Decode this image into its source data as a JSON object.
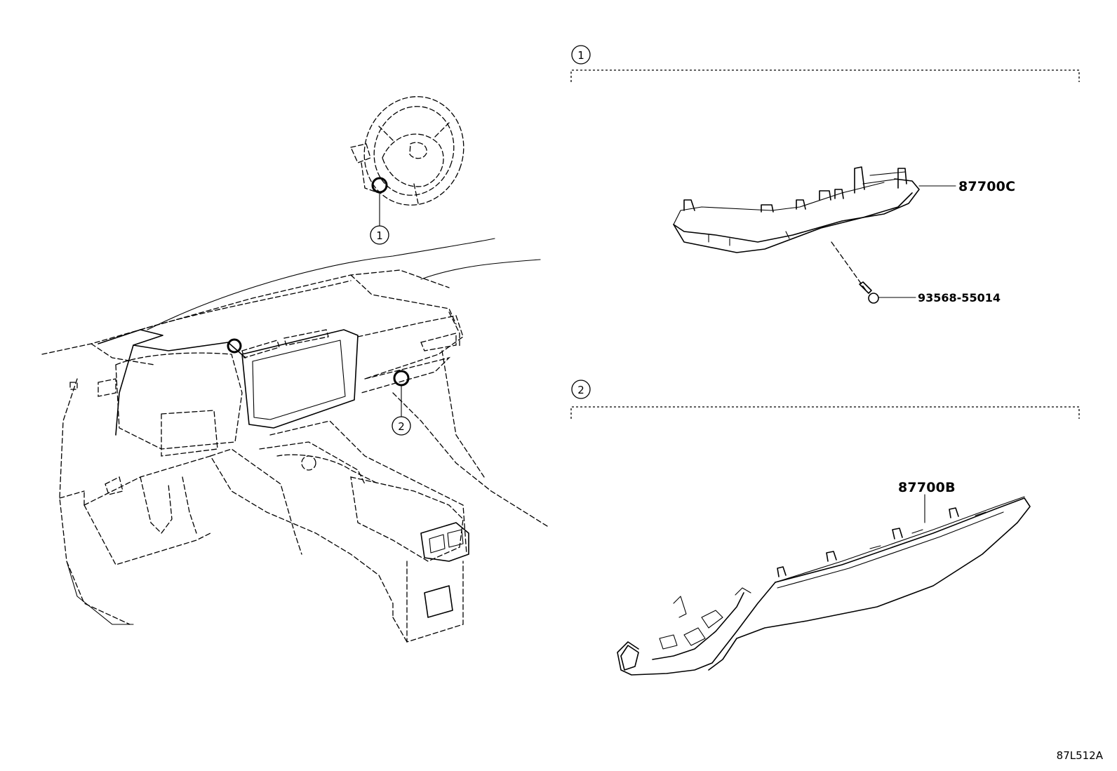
{
  "callouts": [
    {
      "number": "1"
    },
    {
      "number": "2"
    }
  ],
  "groups": [
    {
      "number": "1",
      "parts": [
        {
          "part_number": "87700C"
        },
        {
          "part_number": "93568-55014"
        }
      ]
    },
    {
      "number": "2",
      "parts": [
        {
          "part_number": "87700B"
        }
      ]
    }
  ],
  "diagram_code": "87L512A"
}
